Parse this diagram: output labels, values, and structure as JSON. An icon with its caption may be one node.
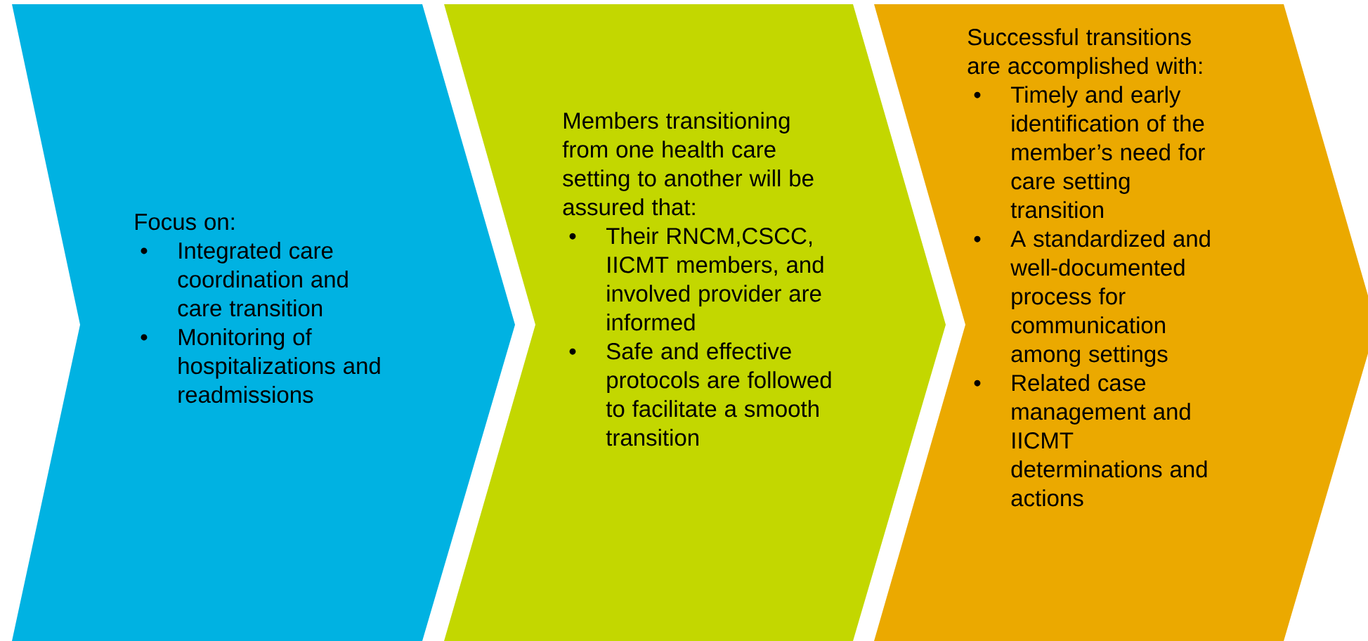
{
  "diagram": {
    "nodes": [
      {
        "text": [
          "Focus on:",
          "Integrated care coordination and care transition",
          "Monitoring of hospitalizations and readmissions"
        ]
      },
      {
        "text": [
          "Members transitioning from one health care setting to another will be assured that:",
          "Their RNCM,CSCC, IICMT members, and involved provider are informed",
          "Safe and effective protocols are followed to facilitate a smooth transition"
        ]
      },
      {
        "text": [
          "Successful transitions are accomplished with:",
          "Timely and early identification of the member’s need for care setting transition",
          "A standardized and well-documented process for communication among settings",
          "Related case management and IICMT determinations and actions"
        ]
      }
    ],
    "labels": [
      "•",
      "•",
      "•",
      "•",
      "•",
      "•",
      "•"
    ]
  }
}
